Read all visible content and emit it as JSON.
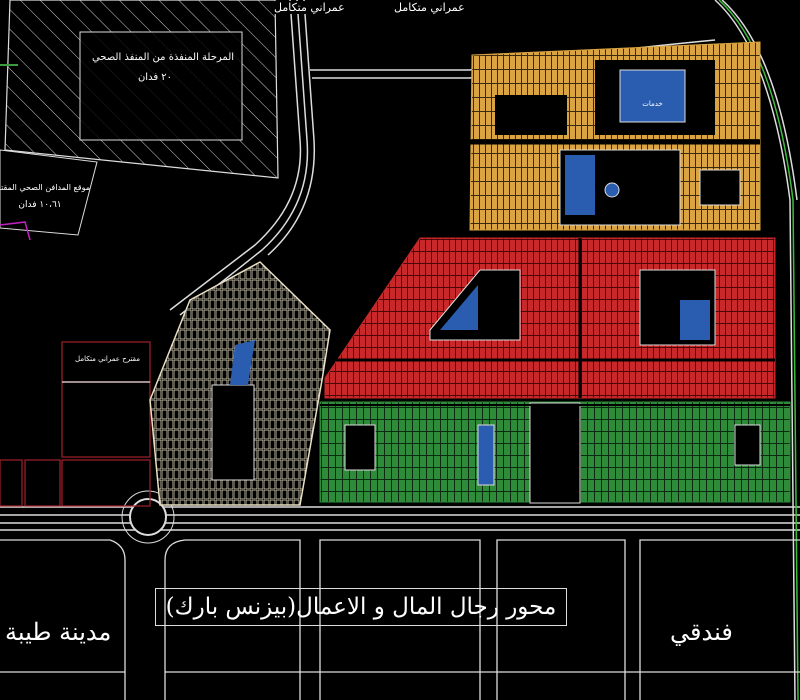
{
  "banner": {
    "title": "محور رجال المال و الاعمال(بيزنس بارك)"
  },
  "labels": {
    "city": "مدينة طيبة",
    "hotel": "فندقي",
    "executed_phase": "المرحلة المنفذة من المنفذ الصحي",
    "executed_phase_area": "٢٠ فدان",
    "cemetery_site": "موقع المدافن الصحي المقترح",
    "cemetery_area": "١٠،٦١ فدان",
    "top_label_1": "عمراني متكامل",
    "top_label_2": "عمراني متكامل",
    "proposed_urban": "مقترح عمراني متكامل",
    "services": "خدمات"
  },
  "colors": {
    "background": "#000000",
    "residential_north": "#d9a441",
    "residential_red": "#c8282a",
    "residential_green": "#2e8b3a",
    "residential_beige": "#e8dfc4",
    "services_blue": "#2a5db0",
    "roads": "#dddddd",
    "boundary_red": "#a0202a"
  }
}
